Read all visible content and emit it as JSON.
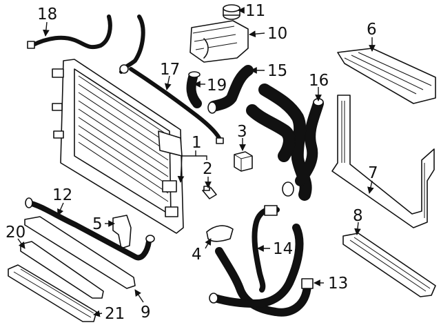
{
  "diagram": {
    "callouts": {
      "c1": "1",
      "c2": "2",
      "c3": "3",
      "c4": "4",
      "c5": "5",
      "c6": "6",
      "c7": "7",
      "c8": "8",
      "c9": "9",
      "c10": "10",
      "c11": "11",
      "c12": "12",
      "c13": "13",
      "c14": "14",
      "c15": "15",
      "c16": "16",
      "c17": "17",
      "c18": "18",
      "c19": "19",
      "c20": "20",
      "c21": "21"
    }
  }
}
